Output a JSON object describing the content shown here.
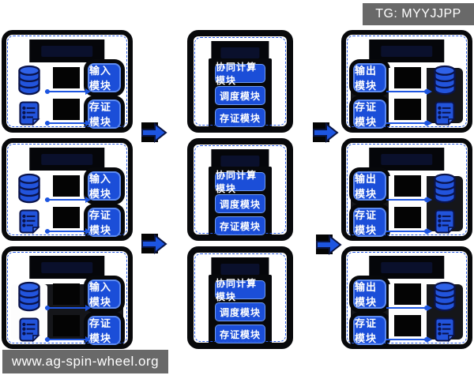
{
  "tg_badge": {
    "text": "TG: MYYJJPP"
  },
  "watermark": {
    "text": "www.ag-spin-wheel.org"
  },
  "modules": {
    "input": {
      "buttons": [
        "输入模块",
        "存证模块"
      ]
    },
    "platform": {
      "buttons": [
        "协同计算模块",
        "调度模块",
        "存证模块"
      ]
    },
    "output": {
      "buttons": [
        "输出模块",
        "存证模块"
      ]
    }
  },
  "icons": {
    "left_box": [
      "database-icon",
      "document-icon"
    ],
    "right_box": [
      "database-icon",
      "document-icon"
    ],
    "flow": "right-arrow-icon"
  },
  "colors": {
    "module_blue": "#1b4ed8",
    "module_border_blue": "#5d8bf2",
    "accent_blue": "#1d55e0",
    "dashed_border_blue": "#2457e2",
    "frame_black": "#08090b",
    "badge_gray": "#696969",
    "text_white": "#ffffff"
  }
}
